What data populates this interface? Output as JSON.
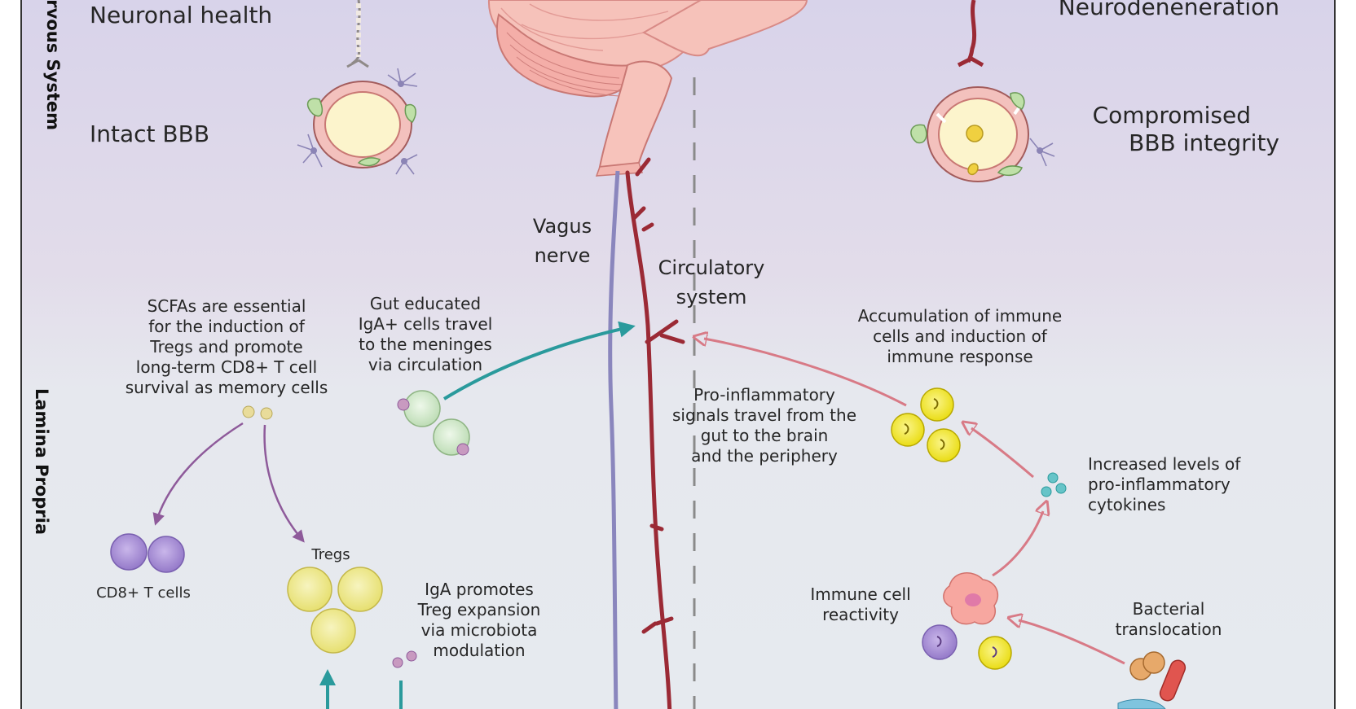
{
  "side_labels": {
    "nervous_system": "Nervous System",
    "lamina_propria": "Lamina Propria"
  },
  "headers": {
    "neuronal_health": "Neuronal health",
    "intact_bbb": "Intact BBB",
    "neurodegeneration": "Neurodeneneration",
    "compromised_line1": "Compromised",
    "compromised_line2": "BBB integrity"
  },
  "labels": {
    "vagus_nerve": [
      "Vagus",
      "nerve"
    ],
    "circulatory_system": [
      "Circulatory",
      "system"
    ],
    "scfa_text": [
      "SCFAs are essential",
      "for the induction of",
      "Tregs and promote",
      "long-term CD8+ T cell",
      "survival as memory cells"
    ],
    "gut_educated": [
      "Gut educated",
      "IgA+ cells travel",
      "to the meninges",
      "via circulation"
    ],
    "pro_inflammatory": [
      "Pro-inflammatory",
      "signals travel from the",
      "gut to the brain",
      "and the periphery"
    ],
    "accumulation": [
      "Accumulation of immune",
      "cells and induction of",
      "immune response"
    ],
    "cytokines": [
      "Increased levels of",
      "pro-inflammatory",
      "cytokines"
    ],
    "cd8_cells": "CD8+ T cells",
    "tregs": "Tregs",
    "iga_promotes": [
      "IgA promotes",
      "Treg expansion",
      "via microbiota",
      "modulation"
    ],
    "immune_reactivity": [
      "Immune cell",
      "reactivity"
    ],
    "bacterial": [
      "Bacterial",
      "translocation"
    ]
  },
  "colors": {
    "background_top": "#dcd6ea",
    "background_bottom": "#e5e9ef",
    "nerve": "#8a86bd",
    "vessel": "#9b2a35",
    "teal_arrow": "#2a9a9c",
    "purple_arrow": "#8e5a9a",
    "pink_arrow": "#d87a86",
    "brain": "#f3b4ad",
    "cell_yellow": "#ede020",
    "cell_purple": "#a48ad0",
    "cell_green": "#cde6c6"
  }
}
